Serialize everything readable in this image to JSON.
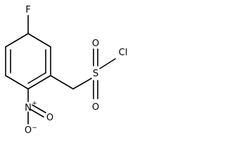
{
  "molecule": {
    "atoms": {
      "fluorine": "F",
      "sulfur": "S",
      "sulfonyl_oxygen_top": "O",
      "sulfonyl_oxygen_bottom": "O",
      "chlorine": "Cl",
      "nitrogen": "N",
      "nitro_oxygen_right": "O",
      "nitro_oxygen_bottom": "O"
    },
    "charges": {
      "nitrogen_plus": "+",
      "oxygen_minus": "−"
    }
  },
  "colors": {
    "background": "#ffffff",
    "ink": "#000000"
  }
}
